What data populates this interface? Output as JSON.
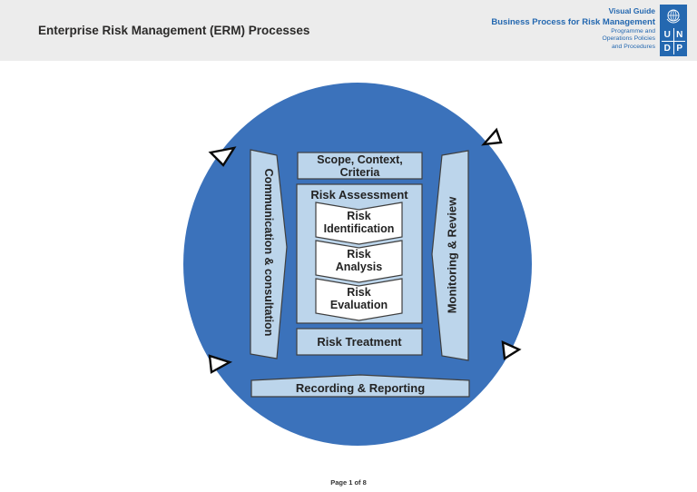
{
  "header": {
    "title": "Enterprise Risk Management (ERM) Processes",
    "right_block": {
      "line1": "Visual Guide",
      "line2": "Business Process for Risk Management",
      "line3": "Programme and",
      "line4": "Operations Policies",
      "line5": "and Procedures"
    },
    "logo_letters": {
      "a": "U",
      "b": "N",
      "c": "D",
      "d": "P"
    }
  },
  "diagram": {
    "left_bar": "Communication & consultation",
    "right_bar": "Monitoring & Review",
    "scope": "Scope, Context, Criteria",
    "assessment_title": "Risk Assessment",
    "chevrons": [
      {
        "line1": "Risk",
        "line2": "Identification"
      },
      {
        "line1": "Risk",
        "line2": "Analysis"
      },
      {
        "line1": "Risk",
        "line2": "Evaluation"
      }
    ],
    "treatment": "Risk Treatment",
    "recording": "Recording & Reporting"
  },
  "footer": {
    "page": "Page 1 of 8"
  },
  "colors": {
    "circle_blue": "#3B72BB",
    "box_light_blue": "#BCD5EB",
    "brand_blue": "#2468B0",
    "header_gray": "#ECECEC",
    "stroke_dark": "#3f3f3f"
  }
}
